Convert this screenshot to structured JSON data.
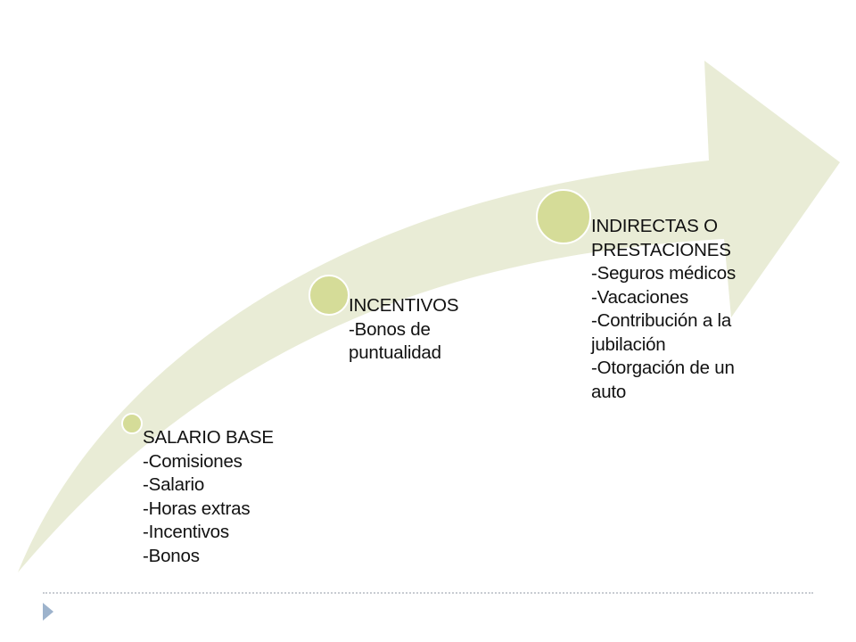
{
  "slide": {
    "colors": {
      "arrow_fill": "#e9ecd6",
      "node_fill": "#d5dc98",
      "node_border": "#ffffff",
      "text": "#111111",
      "divider": "#c8ccd2",
      "footer_bullet": "#9db3cc"
    },
    "arrow": {
      "shape": "curved-up-right-arrow",
      "direction": "bottom-left to top-right"
    },
    "stages": [
      {
        "title": "SALARIO BASE",
        "items": [
          "-Comisiones",
          "-Salario",
          "-Horas extras",
          "-Incentivos",
          "-Bonos"
        ]
      },
      {
        "title": "INCENTIVOS",
        "items": [
          "-Bonos de",
          "puntualidad"
        ]
      },
      {
        "title_lines": [
          "INDIRECTAS O",
          "PRESTACIONES"
        ],
        "items": [
          "-Seguros médicos",
          "-Vacaciones",
          "-Contribución a la",
          "jubilación",
          "-Otorgación de un",
          "auto"
        ]
      }
    ],
    "footer": {
      "bullet_icon": "triangle-right-icon"
    }
  }
}
